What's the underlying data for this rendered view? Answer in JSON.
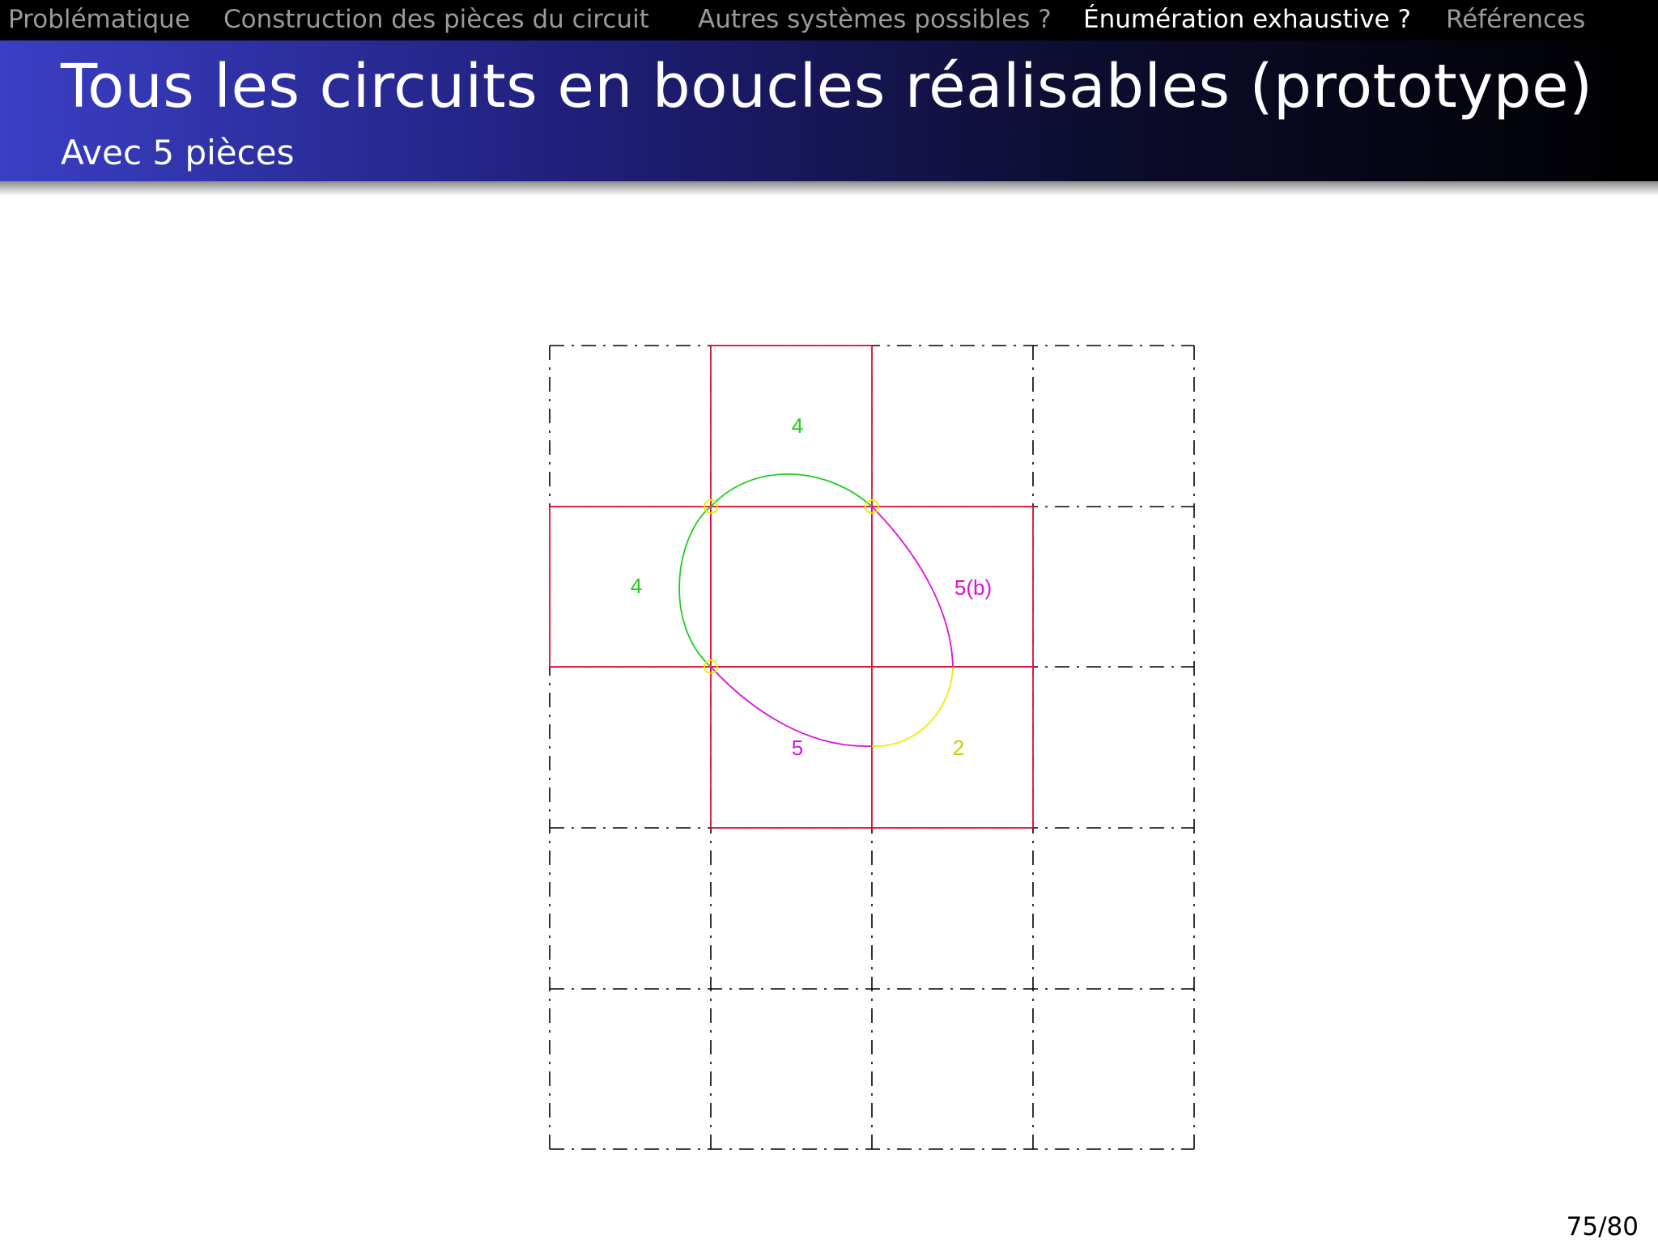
{
  "nav": {
    "items": [
      {
        "label": "Problématique",
        "active": false
      },
      {
        "label": "Construction des pièces du circuit",
        "active": false
      },
      {
        "label": "Autres systèmes possibles ?",
        "active": false
      },
      {
        "label": "Énumération exhaustive ?",
        "active": true
      },
      {
        "label": "Références",
        "active": false
      }
    ]
  },
  "slide": {
    "title": "Tous les circuits en boucles réalisables (prototype)",
    "subtitle": "Avec 5 pièces",
    "page": "75/80"
  },
  "diagram": {
    "grid": {
      "columns": 4,
      "rows": 5,
      "line_style": "dash-dot"
    },
    "colors": {
      "grid": "#000000",
      "pieces": "#dd1133",
      "green": "#22cc22",
      "magenta": "#dd11dd",
      "yellow": "#eeee00"
    },
    "labels": [
      {
        "text": "4",
        "color": "green"
      },
      {
        "text": "4",
        "color": "green"
      },
      {
        "text": "5(b)",
        "color": "magenta"
      },
      {
        "text": "5",
        "color": "magenta"
      },
      {
        "text": "2",
        "color": "yellow"
      }
    ]
  }
}
